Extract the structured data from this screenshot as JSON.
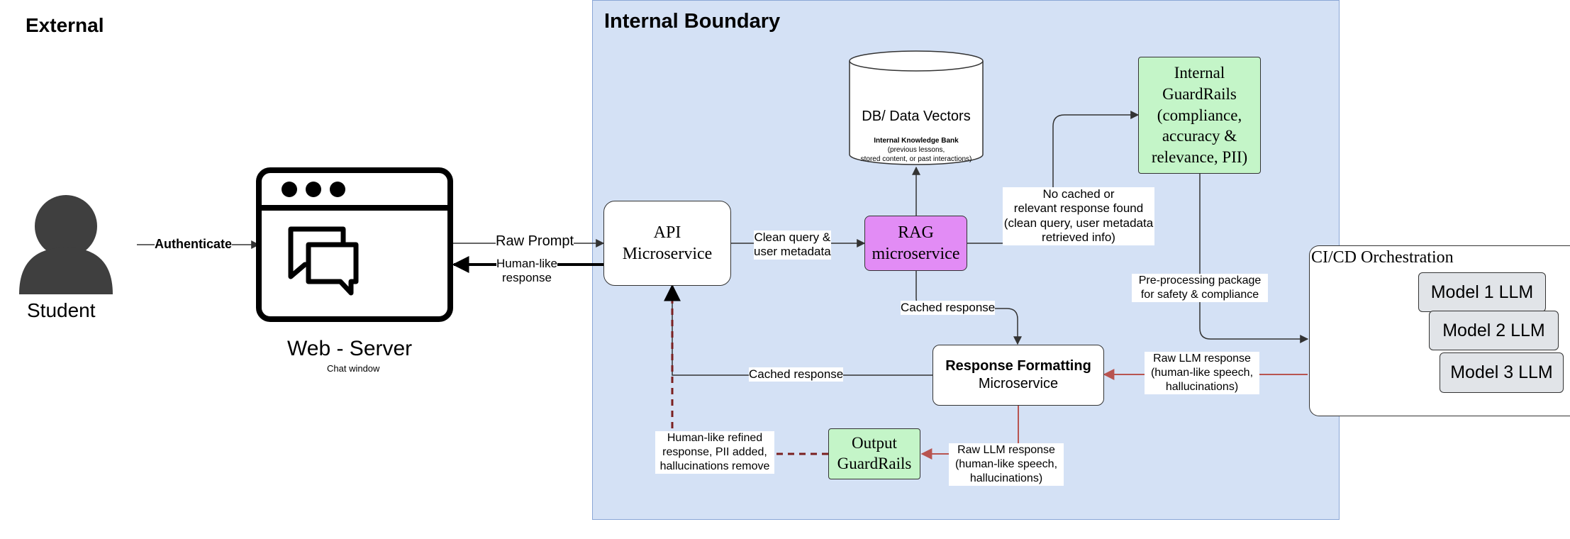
{
  "zones": {
    "external_title": "External",
    "internal_title": "Internal Boundary"
  },
  "actors": {
    "student_label": "Student",
    "web_server_label": "Web - Server",
    "web_server_sub": "Chat window"
  },
  "nodes": {
    "api_line1": "API",
    "api_line2": "Microservice",
    "db_title": "DB/ Data Vectors",
    "db_sub_bold": "Internal Knowledge Bank",
    "db_sub_line1": "(previous lessons,",
    "db_sub_line2": "stored content, or past interactions)",
    "rag_line1": "RAG",
    "rag_line2": "microservice",
    "guard_line1": "Internal",
    "guard_line2": "GuardRails",
    "guard_line3": "(compliance,",
    "guard_line4": "accuracy &",
    "guard_line5": "relevance, PII)",
    "cicd_title": "CI/CD Orchestration",
    "model1": "Model 1 LLM",
    "model2": "Model 2 LLM",
    "model3": "Model 3 LLM",
    "format_line1": "Response Formatting",
    "format_line2": "Microservice",
    "output_line1": "Output",
    "output_line2": "GuardRails"
  },
  "edges": {
    "authenticate": "Authenticate",
    "raw_prompt": "Raw Prompt",
    "humanlike_line1": "Human-like",
    "humanlike_line2": "response",
    "clean_line1": "Clean query &",
    "clean_line2": "user metadata",
    "nocache_line1": "No cached or",
    "nocache_line2": "relevant response found",
    "nocache_line3": "(clean query, user metadata",
    "nocache_line4": "retrieved info)",
    "preproc_line1": "Pre-processing package",
    "preproc_line2": "for safety & compliance",
    "cached_rag": "Cached response",
    "cached_api": "Cached response",
    "rawllm1_line1": "Raw LLM response",
    "rawllm1_line2": "(human-like speech,",
    "rawllm1_line3": "hallucinations)",
    "rawllm2_line1": "Raw LLM response",
    "rawllm2_line2": "(human-like speech,",
    "rawllm2_line3": "hallucinations)",
    "refined_line1": "Human-like refined",
    "refined_line2": "response, PII added,",
    "refined_line3": "hallucinations remove"
  },
  "colors": {
    "internal_fill": "#d4e1f5",
    "internal_border": "#8aa6d6",
    "rag_fill": "#e28cf5",
    "guard_fill": "#c4f5c8",
    "model_fill": "#e1e4e8",
    "red_arrow": "#b85450",
    "dark_red_dash": "#7a1f1f",
    "line": "#333333"
  }
}
